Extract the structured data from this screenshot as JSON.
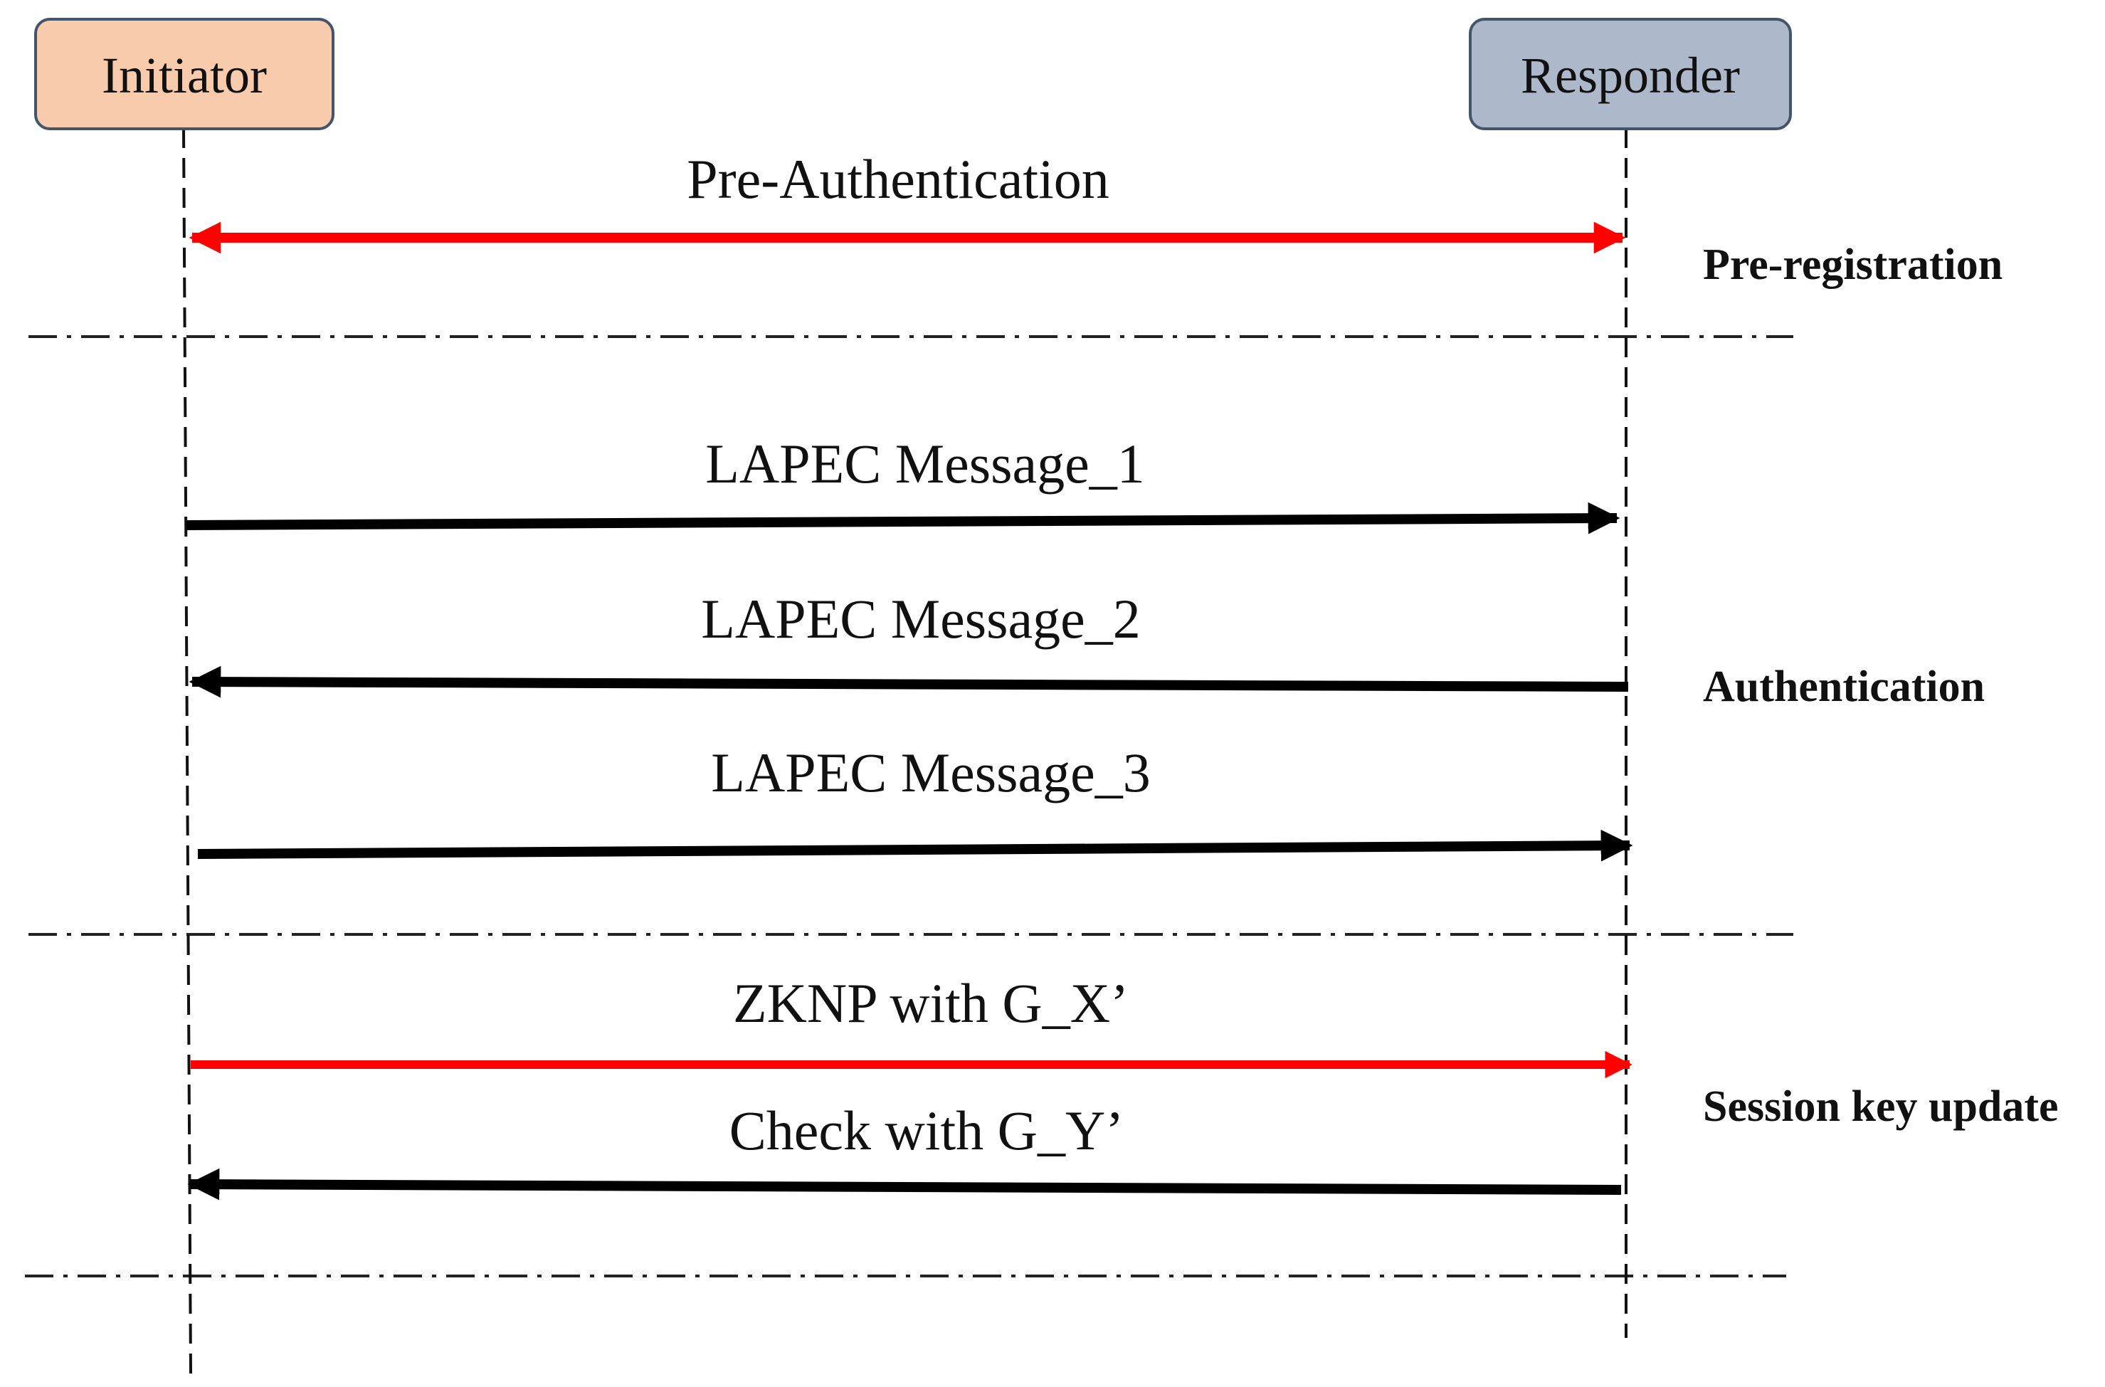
{
  "actors": [
    {
      "label": "Initiator",
      "color": "#f8cbad"
    },
    {
      "label": "Responder",
      "color": "#adb9ca"
    }
  ],
  "messages": [
    {
      "label": "Pre-Authentication",
      "from": "Initiator",
      "to": "both",
      "color": "#ff0000"
    },
    {
      "label": "LAPEC Message_1",
      "from": "Initiator",
      "to": "Responder",
      "color": "#000000"
    },
    {
      "label": "LAPEC Message_2",
      "from": "Responder",
      "to": "Initiator",
      "color": "#000000"
    },
    {
      "label": "LAPEC Message_3",
      "from": "Initiator",
      "to": "Responder",
      "color": "#000000"
    },
    {
      "label": "ZKNP with G_X’",
      "from": "Initiator",
      "to": "Responder",
      "color": "#ff0000"
    },
    {
      "label": "Check with G_Y’",
      "from": "Responder",
      "to": "Initiator",
      "color": "#000000"
    }
  ],
  "phases": [
    {
      "label": "Pre-registration"
    },
    {
      "label": "Authentication"
    },
    {
      "label": "Session key update"
    }
  ]
}
